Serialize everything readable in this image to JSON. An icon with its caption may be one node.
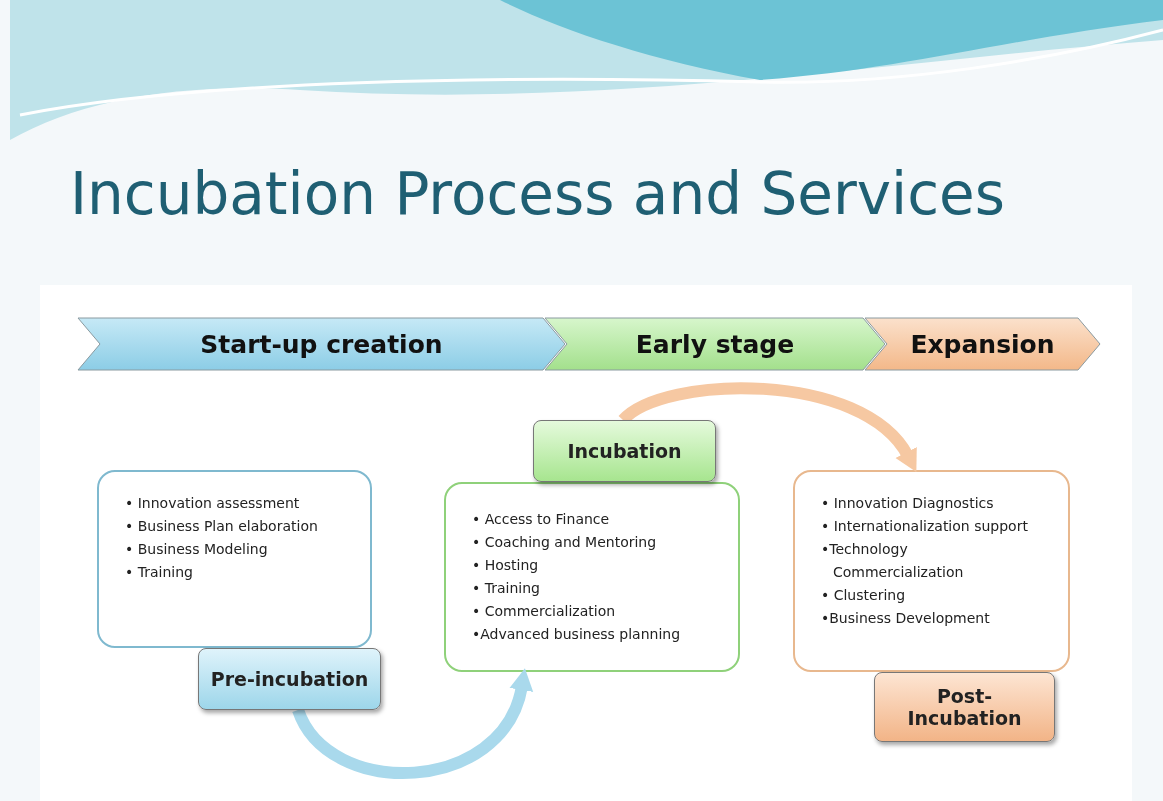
{
  "diagram": {
    "title": "Incubation Process and Services",
    "nodes": [
      {
        "text": [
          "Start-up creation"
        ]
      },
      {
        "text": [
          "Early stage"
        ]
      },
      {
        "text": [
          "Expansion"
        ]
      },
      {
        "text": [
          "• Innovation assessment",
          "• Business Plan elaboration",
          "• Business Modeling",
          "• Training"
        ]
      },
      {
        "text": [
          "Pre-incubation"
        ]
      },
      {
        "text": [
          "Incubation"
        ]
      },
      {
        "text": [
          "• Access to Finance",
          "• Coaching and Mentoring",
          "• Hosting",
          "• Training",
          "• Commercialization",
          "•Advanced business planning"
        ]
      },
      {
        "text": [
          "• Innovation Diagnostics",
          "• Internationalization support",
          "•Technology Commercialization",
          "• Clustering",
          "•Business Development"
        ]
      },
      {
        "text": [
          "Post- Incubation"
        ]
      }
    ],
    "edges": [
      {
        "from": 4,
        "to": 6,
        "arrow": "to",
        "color": "#a9d9ec"
      },
      {
        "from": 5,
        "to": 7,
        "arrow": "to",
        "color": "#f6c8a2"
      }
    ]
  }
}
